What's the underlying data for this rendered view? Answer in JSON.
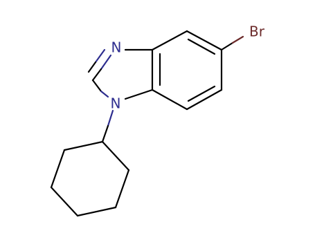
{
  "molecule": {
    "atoms": {
      "n3": {
        "symbol": "N",
        "color": "#2e2e8f"
      },
      "n1": {
        "symbol": "N",
        "color": "#2e2e8f"
      },
      "br": {
        "symbol": "Br",
        "color": "#6b2a2a"
      }
    },
    "colors": {
      "bond": "#000000",
      "nitrogen": "#2e2e8f",
      "bromine": "#6b2a2a"
    }
  }
}
